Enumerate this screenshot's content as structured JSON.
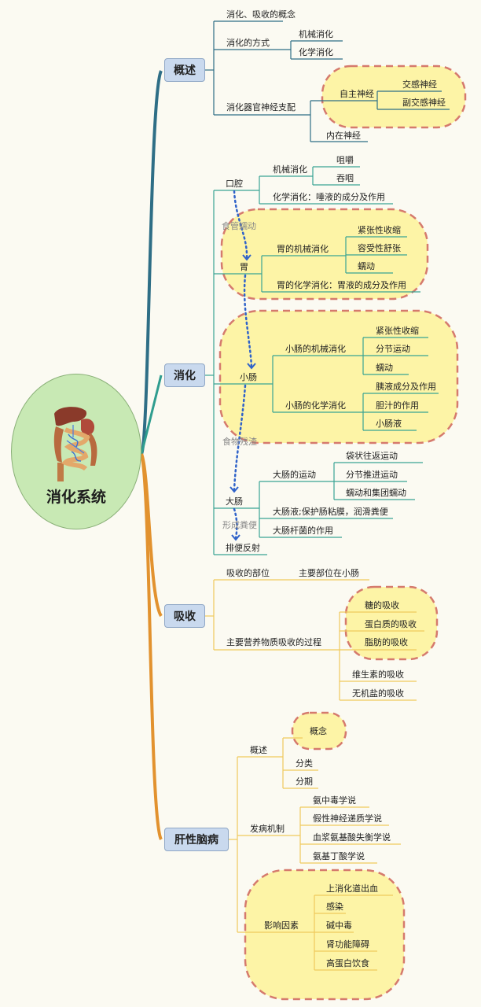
{
  "root": {
    "title": "消化系统",
    "icon": "digestive-organs-icon"
  },
  "colors": {
    "overview": "#2e6e86",
    "digestion": "#2f9d8f",
    "absorption": "#e2922f",
    "liver": "#e2922f",
    "blob_fill": "#fdf4a6",
    "blob_stroke": "#d57a6d",
    "root_fill": "#c8e9b4"
  },
  "main": {
    "overview": "概述",
    "digestion": "消化",
    "absorption": "吸收",
    "hepatic": "肝性脑病"
  },
  "overview": {
    "concept": "消化、吸收的概念",
    "methods": "消化的方式",
    "mechanical": "机械消化",
    "chemical": "化学消化",
    "nerve": "消化器官神经支配",
    "autonomic": "自主神经",
    "sympathetic": "交感神经",
    "parasympathetic": "副交感神经",
    "intrinsic": "内在神经"
  },
  "digestion": {
    "mouth": "口腔",
    "mouth_mech": "机械消化",
    "chew": "咀嚼",
    "swallow": "吞咽",
    "mouth_chem": "化学消化：唾液的成分及作用",
    "stomach": "胃",
    "stomach_mech": "胃的机械消化",
    "tonic": "紧张性收缩",
    "receptive": "容受性舒张",
    "peristalsis": "蠕动",
    "stomach_chem": "胃的化学消化：胃液的成分及作用",
    "small": "小肠",
    "small_mech": "小肠的机械消化",
    "small_tonic": "紧张性收缩",
    "segment": "分节运动",
    "small_peri": "蠕动",
    "small_chem": "小肠的化学消化",
    "pancreatic": "胰液成分及作用",
    "bile": "胆汁的作用",
    "intestinal": "小肠液",
    "large": "大肠",
    "large_move": "大肠的运动",
    "haustral": "袋状往返运动",
    "segmental_push": "分节推进运动",
    "mass": "蠕动和集团蠕动",
    "large_fluid": "大肠液;保护肠粘膜，润滑粪便",
    "bacteria": "大肠杆菌的作用",
    "defecation": "排便反射",
    "annot_esophagus": "食管蠕动",
    "annot_residue": "食物残渣",
    "annot_feces": "形成粪便"
  },
  "absorption": {
    "site": "吸收的部位",
    "site_main": "主要部位在小肠",
    "process": "主要营养物质吸收的过程",
    "sugar": "糖的吸收",
    "protein": "蛋白质的吸收",
    "fat": "脂肪的吸收",
    "vitamin": "维生素的吸收",
    "mineral": "无机盐的吸收"
  },
  "hepatic": {
    "overview": "概述",
    "concept": "概念",
    "classify": "分类",
    "stage": "分期",
    "mechanism": "发病机制",
    "ammonia": "氨中毒学说",
    "false_nt": "假性神经递质学说",
    "amino": "血浆氨基酸失衡学说",
    "gaba": "氨基丁酸学说",
    "factors": "影响因素",
    "bleeding": "上消化道出血",
    "infection": "感染",
    "alkalosis": "碱中毒",
    "renal": "肾功能障碍",
    "high_protein": "高蛋白饮食"
  }
}
